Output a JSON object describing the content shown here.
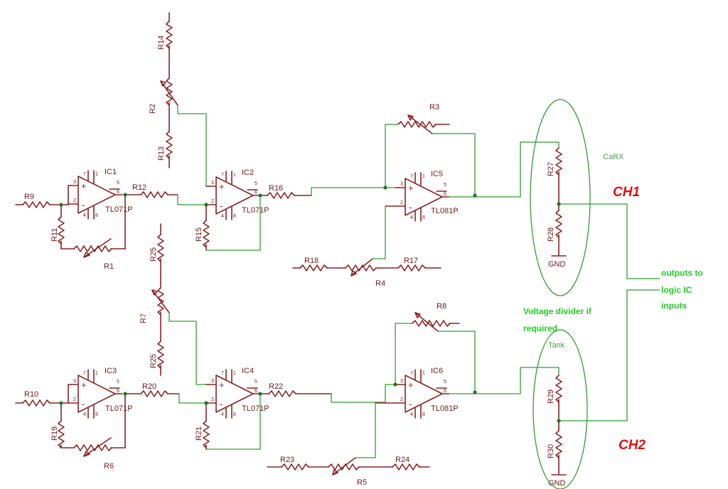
{
  "components": {
    "ic1": {
      "ref": "IC1",
      "part": "TL071P"
    },
    "ic2": {
      "ref": "IC2",
      "part": "TL071P"
    },
    "ic3": {
      "ref": "IC3",
      "part": "TL071P"
    },
    "ic4": {
      "ref": "IC4",
      "part": "TL071P"
    },
    "ic5": {
      "ref": "IC5",
      "part": "TL081P"
    },
    "ic6": {
      "ref": "IC6",
      "part": "TL081P"
    }
  },
  "pins": {
    "p7": "7",
    "p1": "1",
    "p5": "5",
    "p6": "6",
    "p3": "3",
    "p2": "2",
    "p4": "4",
    "p8": "8",
    "plus": "+",
    "minus": "-"
  },
  "resistors": {
    "r1": "R1",
    "r2": "R2",
    "r3": "R3",
    "r4": "R4",
    "r5": "R5",
    "r6": "R6",
    "r7": "R7",
    "r8": "R8",
    "r9": "R9",
    "r10": "R10",
    "r11": "R11",
    "r12": "R12",
    "r13": "R13",
    "r14": "R14",
    "r15": "R15",
    "r16": "R16",
    "r17": "R17",
    "r18": "R18",
    "r19": "R19",
    "r20": "R20",
    "r21": "R21",
    "r22": "R22",
    "r23": "R23",
    "r24": "R24",
    "r25a": "R25",
    "r25b": "R25",
    "r27": "R27",
    "r28": "R28",
    "r29": "R29",
    "r30": "R30"
  },
  "ground": {
    "label": "GND"
  },
  "annotations": {
    "carx": "CaRX",
    "tank": "Tank",
    "ch1": "CH1",
    "ch2": "CH2",
    "outputs_line1": "outputs to",
    "outputs_line2": "logic IC",
    "outputs_line3": "inputs",
    "divider_line1": "Voltage divider if",
    "divider_line2": "required"
  },
  "colors": {
    "wire": "#8b2222",
    "net": "#2e9e2e",
    "note": "#22cc22",
    "channel": "#dd1111"
  }
}
